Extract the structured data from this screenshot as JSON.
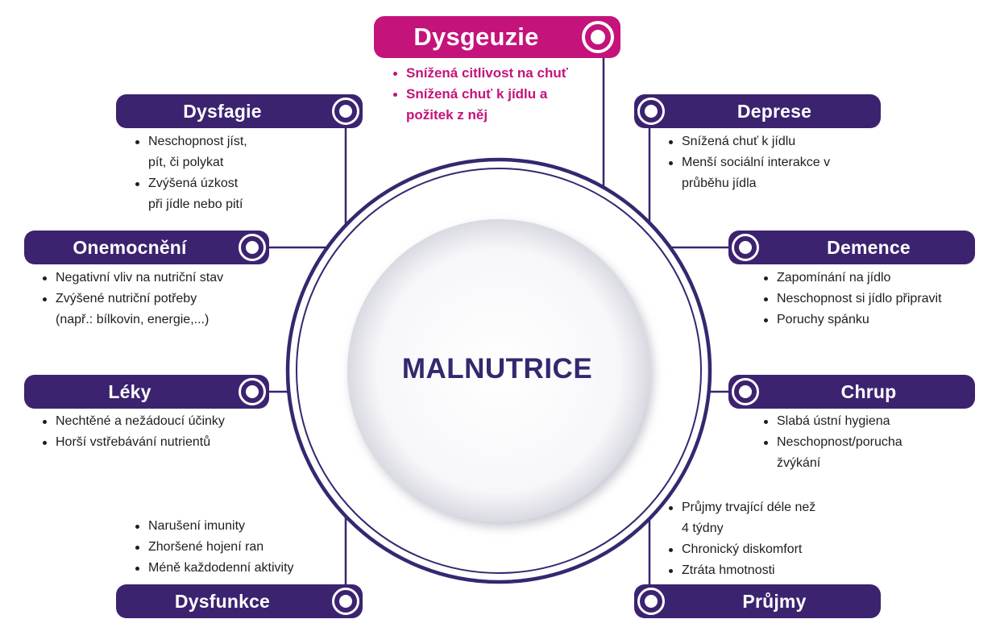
{
  "center": {
    "title": "MALNUTRICE"
  },
  "colors": {
    "primary": "#3b2370",
    "highlight": "#c4137a",
    "ring": "#34286f"
  },
  "nodes": {
    "dysgeuzie": {
      "title": "Dysgeuzie",
      "items": [
        "Snížená citlivost na chuť",
        "Snížená chuť k jídlu a\npožitek z něj"
      ]
    },
    "dysfagie": {
      "title": "Dysfagie",
      "items": [
        "Neschopnost jíst,\npít, či polykat",
        "Zvýšená úzkost\npři jídle nebo pití"
      ]
    },
    "deprese": {
      "title": "Deprese",
      "items": [
        "Snížená chuť k jídlu",
        "Menší sociální interakce v\nprůběhu jídla"
      ]
    },
    "onemocneni": {
      "title": "Onemocnění",
      "items": [
        "Negativní vliv na nutriční stav",
        "Zvýšené nutriční potřeby\n(např.: bílkovin, energie,...)"
      ]
    },
    "demence": {
      "title": "Demence",
      "items": [
        "Zapomínání na jídlo",
        "Neschopnost si jídlo připravit",
        "Poruchy spánku"
      ]
    },
    "leky": {
      "title": "Léky",
      "items": [
        "Nechtěné a nežádoucí účinky",
        "Horší vstřebávání nutrientů"
      ]
    },
    "chrup": {
      "title": "Chrup",
      "items": [
        "Slabá ústní hygiena",
        "Neschopnost/porucha\nžvýkání"
      ]
    },
    "dysfunkce": {
      "title": "Dysfunkce",
      "items": [
        "Narušení imunity",
        "Zhoršené hojení ran",
        "Méně každodenní aktivity"
      ]
    },
    "prujmy": {
      "title": "Průjmy",
      "items": [
        "Průjmy trvající déle než\n4 týdny",
        "Chronický diskomfort",
        "Ztráta hmotnosti"
      ]
    }
  }
}
